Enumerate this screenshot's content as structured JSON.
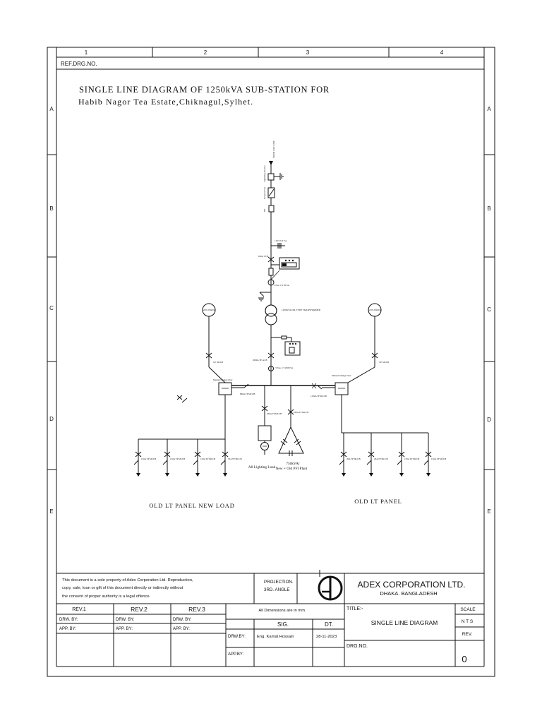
{
  "frame": {
    "cols": [
      "1",
      "2",
      "3",
      "4"
    ],
    "rows": [
      "A",
      "B",
      "C",
      "D",
      "E"
    ],
    "ref_drg_no": "REF.DRG.NO."
  },
  "title": {
    "line1": "SINGLE LINE DIAGRAM OF 1250kVA SUB-STATION FOR",
    "line2": "Habib  Nagor Tea Estate,Chiknagul,Sylhet."
  },
  "diagram": {
    "from_label": "FROM 11kV LINE",
    "arrester_label": "Lightning Arrester",
    "dropout_label": "Dropout Fuse",
    "ht_label": "HT",
    "ct_ht_label": "11KV/CT 5A",
    "vcb_label": "630A VCB",
    "ct_small_label": "3 Nos. CT 50/5A",
    "transformer_label": "1250KVA OIL TYPE TRANSFORMER",
    "gen_left": "GEN 250kVA",
    "gen_right": "GEN 250kVA",
    "tp_mccb_left": "TP. MCCB",
    "tp_mccb_right": "TP. MCCB",
    "acb_label": "2000A TP. ACB",
    "ct_lt_label": "3 Nos. CT 2000/5A",
    "changeover_left": "Manual Change Over",
    "changeover_right": "Manual Change Over",
    "mccb_800": "800A TP MCCB",
    "mccb_1250": "1250A TP MCCB",
    "mccb_200": "200A TP MCCB",
    "mccb_630": "630A TP MCCB",
    "lighting_load": "All Lighting Load",
    "pfi_kvar": "750kVAr",
    "pfi_plant": "New + Old PFI Plant",
    "left_feeders": [
      "150A TP MCCB",
      "150A TP MCCB",
      "150A TP MCCB",
      "70A TP MCCB"
    ],
    "right_feeders": [
      "20A TP MCCB",
      "20A TP MCCB",
      "150A TP MCCB",
      "150A TP MCCB"
    ],
    "old_lt_new_load": "OLD LT PANEL NEW LOAD",
    "old_lt_panel": "OLD LT PANEL"
  },
  "title_block": {
    "notice": [
      "This document is a sole property of Adex Corporation Ltd. Reproduction,",
      "copy, sale, loan or gift of this document directly or indirectly without",
      "the consent of proper authority is a legal offence."
    ],
    "projection_1": "PROJECTION.",
    "projection_2": "3RD.  ANGLE",
    "company": "ADEX CORPORATION LTD.",
    "company_city": "DHAKA.  BANGLADESH",
    "rev1": "REV.1",
    "rev2": "REV.2",
    "rev3": "REV.3",
    "drw_by_1": "DRW. BY:",
    "drw_by_2": "DRW. BY:",
    "drw_by_3": "DRW. BY:",
    "app_by_1": "APP. BY:",
    "app_by_2": "APP. BY:",
    "app_by_3": "APP. BY:",
    "dimensions": "All Dimensions are in mm.",
    "sig_head": "SIG.",
    "dt_head": "DT.",
    "drw_by_label": "DRW.BY:",
    "drw_by_name": "Eng. Kamal Hossain",
    "drw_date": "28-11-2023",
    "app_by_label": "APP.BY:",
    "title_label": "TITLE:-",
    "drawing_title": "SINGLE LINE DIAGRAM",
    "scale_label": "SCALE",
    "scale_value": "N T S",
    "rev_label": "REV.",
    "rev_value": "0",
    "drg_no_label": "DRG.NO."
  }
}
